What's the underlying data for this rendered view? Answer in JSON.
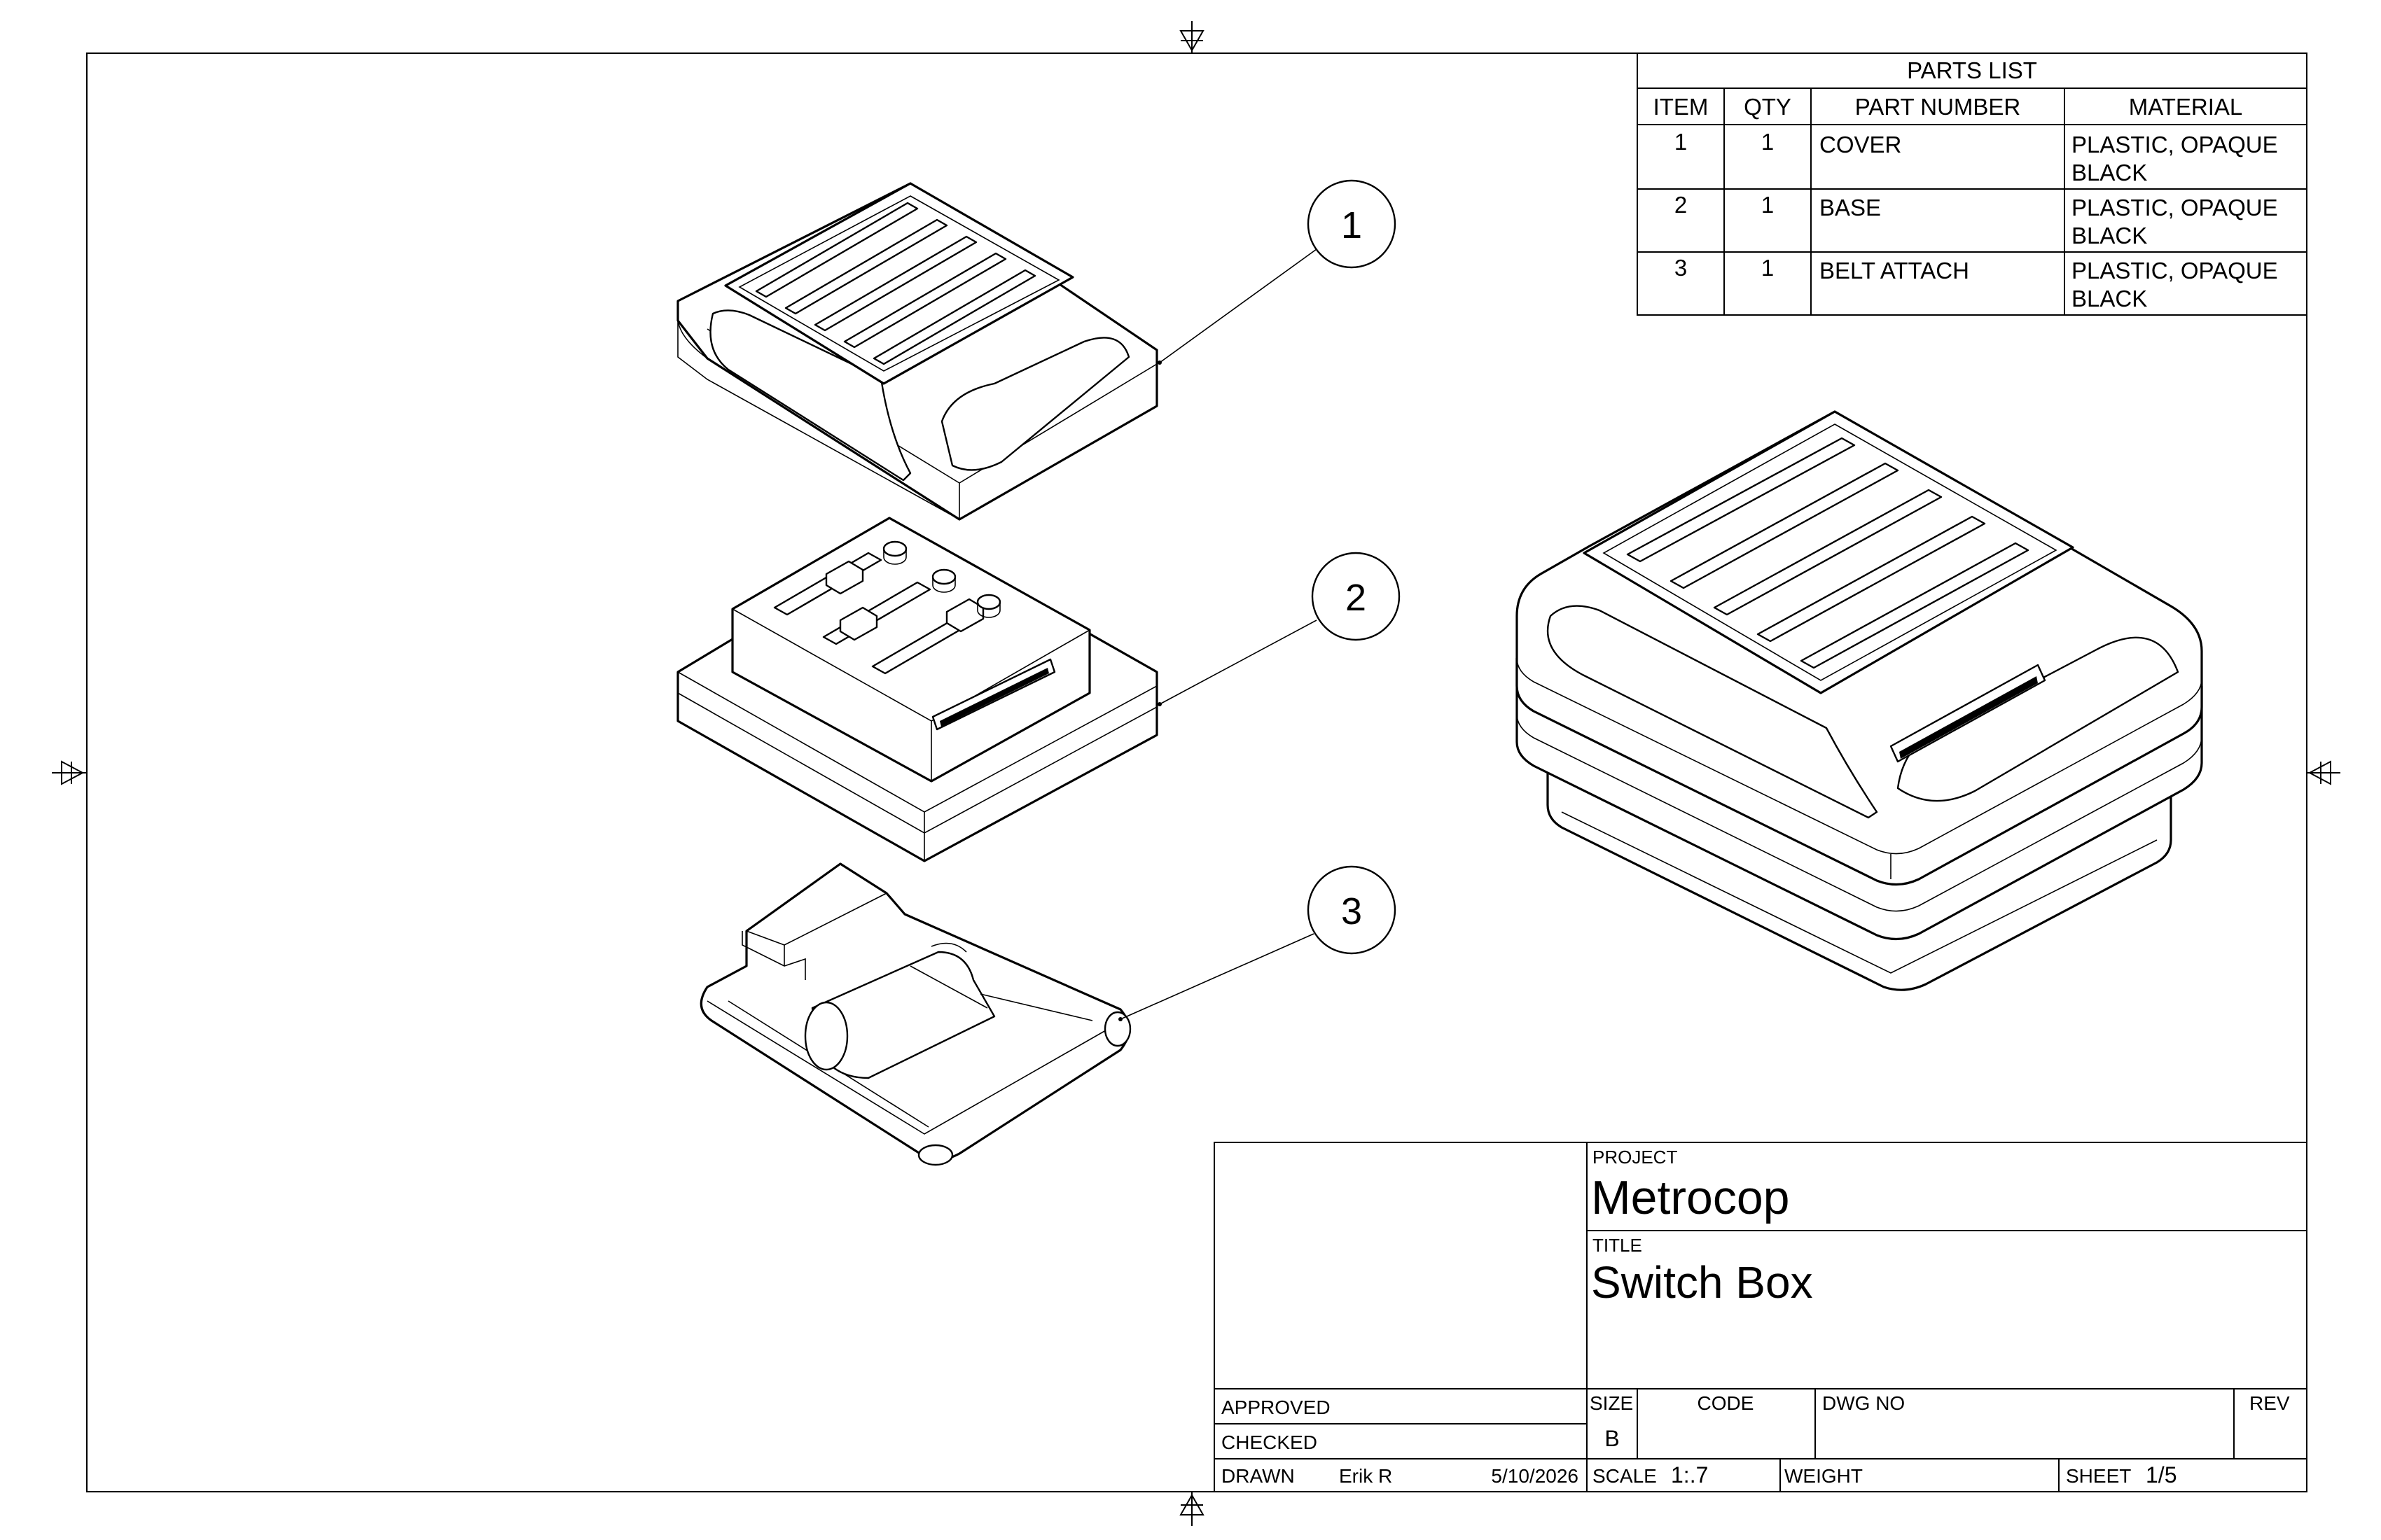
{
  "parts_list": {
    "title": "PARTS LIST",
    "headers": [
      "ITEM",
      "QTY",
      "PART NUMBER",
      "MATERIAL"
    ],
    "rows": [
      {
        "item": "1",
        "qty": "1",
        "part_number": "COVER",
        "material_1": "PLASTIC, OPAQUE",
        "material_2": "BLACK"
      },
      {
        "item": "2",
        "qty": "1",
        "part_number": "BASE",
        "material_1": "PLASTIC, OPAQUE",
        "material_2": "BLACK"
      },
      {
        "item": "3",
        "qty": "1",
        "part_number": "BELT ATTACH",
        "material_1": "PLASTIC, OPAQUE",
        "material_2": "BLACK"
      }
    ]
  },
  "balloons": [
    "1",
    "2",
    "3"
  ],
  "title_block": {
    "project_label": "PROJECT",
    "project": "Metrocop",
    "title_label": "TITLE",
    "title": "Switch Box",
    "approved_label": "APPROVED",
    "checked_label": "CHECKED",
    "drawn_label": "DRAWN",
    "drawn_by": "Erik R",
    "drawn_date": "5/10/2026",
    "size_label": "SIZE",
    "size": "B",
    "code_label": "CODE",
    "dwg_no_label": "DWG NO",
    "rev_label": "REV",
    "scale_label": "SCALE",
    "scale": "1:.7",
    "weight_label": "WEIGHT",
    "sheet_label": "SHEET",
    "sheet": "1/5"
  },
  "icons": [
    "centering-mark-top",
    "centering-mark-bottom",
    "centering-mark-left",
    "centering-mark-right"
  ]
}
